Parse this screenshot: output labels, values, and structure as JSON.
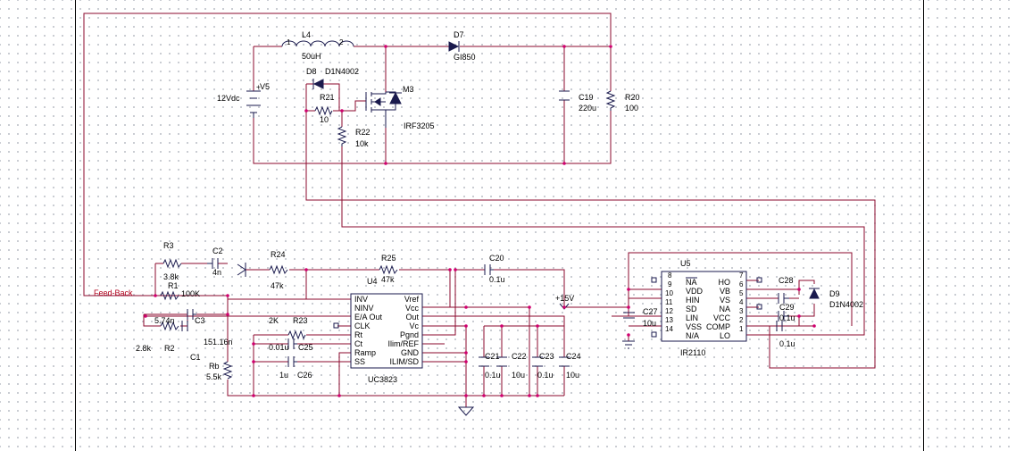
{
  "components": {
    "L4": {
      "name": "L4",
      "value": "50uH",
      "pin1": "1",
      "pin2": "2"
    },
    "D7": {
      "name": "D7",
      "value": "GI850"
    },
    "D8": {
      "name": "D8",
      "value": "D1N4002"
    },
    "M3": {
      "name": "M3",
      "value": "IRF3205"
    },
    "V5": {
      "name": "V5",
      "value": "12Vdc"
    },
    "R21": {
      "name": "R21",
      "value": "10"
    },
    "R22": {
      "name": "R22",
      "value": "10k"
    },
    "C19": {
      "name": "C19",
      "value": "220u"
    },
    "R20": {
      "name": "R20",
      "value": "100"
    },
    "R3": {
      "name": "R3",
      "value": "3.8k"
    },
    "C2": {
      "name": "C2",
      "value": "4n"
    },
    "R1": {
      "name": "R1",
      "value": "100K"
    },
    "R24": {
      "name": "R24",
      "value": "47k"
    },
    "R25": {
      "name": "R25",
      "value": "47k"
    },
    "C20": {
      "name": "C20",
      "value": "0.1u"
    },
    "C3": {
      "name": "C3",
      "value": "5.74n"
    },
    "R2": {
      "name": "R2",
      "value": "2.8k"
    },
    "C1": {
      "name": "C1",
      "value": "151.16n"
    },
    "Rb": {
      "name": "Rb",
      "value": "5.5k"
    },
    "R23": {
      "name": "R23",
      "value": "2K"
    },
    "C25": {
      "name": "C25",
      "value": "0.01u"
    },
    "C26": {
      "name": "C26",
      "value": "1u"
    },
    "C21": {
      "name": "C21",
      "value": "0.1u"
    },
    "C22": {
      "name": "C22",
      "value": "10u"
    },
    "C23": {
      "name": "C23",
      "value": "0.1u"
    },
    "C24": {
      "name": "C24",
      "value": "10u"
    },
    "C27": {
      "name": "C27",
      "value": "10u"
    },
    "C28": {
      "name": "C28",
      "value": ""
    },
    "C29": {
      "name": "C29",
      "value": "0.1u"
    },
    "C29b": {
      "value": "0.1u"
    },
    "D9": {
      "name": "D9",
      "value": "D1N4002"
    }
  },
  "net_labels": {
    "feedback": "Feed-Back",
    "supply": "+15V"
  },
  "U4": {
    "ref": "U4",
    "part": "UC3823",
    "left_pins": [
      "INV",
      "NINV",
      "E/A Out",
      "CLK",
      "Rt",
      "Ct",
      "Ramp",
      "SS"
    ],
    "right_pins": [
      "Vref",
      "Vcc",
      "Out",
      "Vc",
      "Pgnd",
      "Ilim/REF",
      "GND",
      "ILIM/SD"
    ]
  },
  "U5": {
    "ref": "U5",
    "part": "IR2110",
    "left_nums": [
      "8",
      "9",
      "10",
      "11",
      "12",
      "13",
      "14"
    ],
    "left_pins": [
      "NA",
      "VDD",
      "HIN",
      "SD",
      "LIN",
      "VSS",
      "N/A"
    ],
    "right_nums": [
      "7",
      "6",
      "5",
      "4",
      "3",
      "2",
      "1"
    ],
    "right_pins": [
      "HO",
      "VB",
      "VS",
      "NA",
      "NA",
      "VCC",
      "COMP",
      "LO"
    ]
  }
}
